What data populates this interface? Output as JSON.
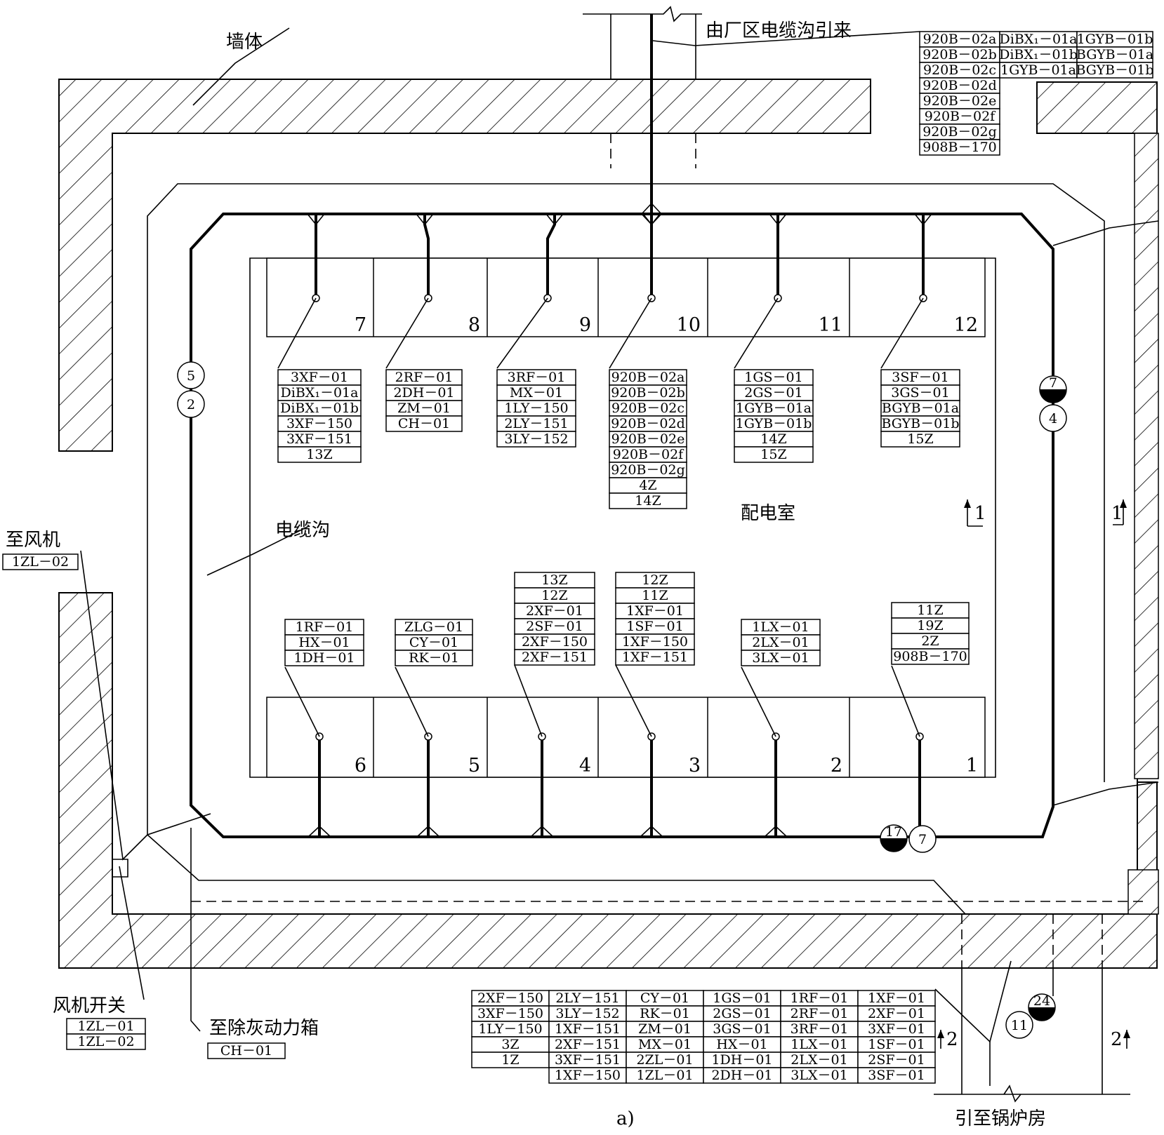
{
  "labels": {
    "wall": "墙体",
    "incoming": "由厂区电缆沟引来",
    "trench": "电缆沟",
    "room": "配电室",
    "to_fan": "至风机",
    "fan_switch": "风机开关",
    "to_ash_box": "至除灰动力箱",
    "to_boiler": "引至锅炉房",
    "caption": "a)",
    "sec_top_right": "1",
    "sec_top_far": "1",
    "sec_bot_left": "2",
    "sec_bot_right": "2"
  },
  "cabinets_top": [
    "7",
    "8",
    "9",
    "10",
    "11",
    "12"
  ],
  "cabinets_bottom": [
    "6",
    "5",
    "4",
    "3",
    "2",
    "1"
  ],
  "markers": {
    "m5": "5",
    "m2": "2",
    "m7a": "7",
    "m4": "4",
    "m17": "17",
    "m7b": "7",
    "m24": "24",
    "m11": "11"
  },
  "tables": {
    "t_incoming": [
      [
        "920B－02a",
        "DiBX₁－01a",
        "1GYB－01b"
      ],
      [
        "920B－02b",
        "DiBX₁－01b",
        "BGYB－01a"
      ],
      [
        "920B－02c",
        "1GYB－01a",
        "BGYB－01b"
      ],
      [
        "920B－02d"
      ],
      [
        "920B－02e"
      ],
      [
        "920B－02f"
      ],
      [
        "920B－02g"
      ],
      [
        "908B－170"
      ]
    ],
    "t7": [
      "3XF－01",
      "DiBX₁－01a",
      "DiBX₁－01b",
      "3XF－150",
      "3XF－151",
      "13Z"
    ],
    "t8": [
      "2RF－01",
      "2DH－01",
      "ZM－01",
      "CH－01"
    ],
    "t9": [
      "3RF－01",
      "MX－01",
      "1LY－150",
      "2LY－151",
      "3LY－152"
    ],
    "t10": [
      "920B－02a",
      "920B－02b",
      "920B－02c",
      "920B－02d",
      "920B－02e",
      "920B－02f",
      "920B－02g",
      "4Z",
      "14Z"
    ],
    "t11": [
      "1GS－01",
      "2GS－01",
      "1GYB－01a",
      "1GYB－01b",
      "14Z",
      "15Z"
    ],
    "t12": [
      "3SF－01",
      "3GS－01",
      "BGYB－01a",
      "BGYB－01b",
      "15Z"
    ],
    "t6": [
      "1RF－01",
      "HX－01",
      "1DH－01"
    ],
    "t5": [
      "ZLG－01",
      "CY－01",
      "RK－01"
    ],
    "t4": [
      "13Z",
      "12Z",
      "2XF－01",
      "2SF－01",
      "2XF－150",
      "2XF－151"
    ],
    "t3": [
      "12Z",
      "11Z",
      "1XF－01",
      "1SF－01",
      "1XF－150",
      "1XF－151"
    ],
    "t2": [
      "1LX－01",
      "2LX－01",
      "3LX－01"
    ],
    "t1": [
      "11Z",
      "19Z",
      "2Z",
      "908B－170"
    ],
    "t_fan": [
      "1ZL－02"
    ],
    "t_fanswitch": [
      "1ZL－01",
      "1ZL－02"
    ],
    "t_ash": [
      "CH－01"
    ],
    "t_boiler": [
      [
        "2XF－150",
        "2LY－151",
        "CY－01",
        "1GS－01",
        "1RF－01",
        "1XF－01"
      ],
      [
        "3XF－150",
        "3LY－152",
        "RK－01",
        "2GS－01",
        "2RF－01",
        "2XF－01"
      ],
      [
        "1LY－150",
        "1XF－151",
        "ZM－01",
        "3GS－01",
        "3RF－01",
        "3XF－01"
      ],
      [
        "3Z",
        "2XF－151",
        "MX－01",
        "HX－01",
        "1LX－01",
        "1SF－01"
      ],
      [
        "1Z",
        "3XF－151",
        "2ZL－01",
        "1DH－01",
        "2LX－01",
        "2SF－01"
      ],
      [
        "",
        "1XF－150",
        "1ZL－01",
        "2DH－01",
        "3LX－01",
        "3SF－01"
      ]
    ]
  }
}
